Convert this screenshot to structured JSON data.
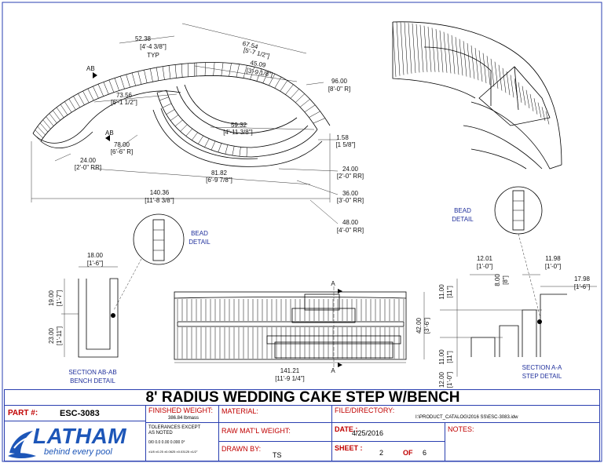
{
  "plan_dims": {
    "d_52_38": "52.38",
    "d_52_38_ft": "[4'-4 3/8\"]",
    "typ": "TYP",
    "d_67_54": "67.54",
    "d_67_54_ft": "[5'-7 1/2\"]",
    "d_45_09": "45.09",
    "d_45_09_ft": "[3'-9 1/8\"]",
    "d_96": "96.00",
    "d_96_ft": "[8'-0\" R]",
    "d_73_56": "73.56",
    "d_73_56_ft": "[6'-1 1/2\"]",
    "d_59_32": "59.32",
    "d_59_32_ft": "[4'-11 3/8\"]",
    "d_1_58": "1.58",
    "d_1_58_ft": "[1 5/8\"]",
    "d_78": "78.00",
    "d_78_ft": "[6'-6\" R]",
    "d_24a": "24.00",
    "d_24a_ft": "[2'-0\" RR]",
    "d_24b": "24.00",
    "d_24b_ft": "[2'-0\" RR]",
    "d_81_82": "81.82",
    "d_81_82_ft": "[6'-9 7/8\"]",
    "d_36": "36.00",
    "d_36_ft": "[3'-0\" RR]",
    "d_140_36": "140.36",
    "d_140_36_ft": "[11'-8 3/8\"]",
    "d_48": "48.00",
    "d_48_ft": "[4'-0\" RR]",
    "ab": "AB",
    "ab2": "AB"
  },
  "details": {
    "bead_left": "BEAD",
    "detail_left": "DETAIL",
    "bead_right": "BEAD",
    "detail_right": "DETAIL",
    "sec_ab_1": "SECTION AB-AB",
    "sec_ab_2": "BENCH DETAIL",
    "sec_a_1": "SECTION A-A",
    "sec_a_2": "STEP DETAIL",
    "ab_18": "18.00",
    "ab_18_ft": "[1'-6\"]",
    "ab_19": "19.00",
    "ab_19_ft": "[1'-7\"]",
    "ab_23": "23.00",
    "ab_23_ft": "[1'-11\"]",
    "el_42": "42.00",
    "el_42_ft": "[3'-6\"]",
    "el_141": "141.21",
    "el_141_ft": "[11'-9 1/4\"]",
    "a_top": "A",
    "a_bot": "A",
    "aa_12_01": "12.01",
    "aa_12_01_ft": "[1'-0\"]",
    "aa_8": "8.00",
    "aa_8_ft": "[8\"]",
    "aa_11_98": "11.98",
    "aa_11_98_ft": "[1'-0\"]",
    "aa_17_98": "17.98",
    "aa_17_98_ft": "[1'-6\"]",
    "aa_11a": "11.00",
    "aa_11a_ft": "[11\"]",
    "aa_11b": "11.00",
    "aa_11b_ft": "[11\"]",
    "aa_12": "12.00",
    "aa_12_ft": "[1'-0\"]"
  },
  "title_block": {
    "title": "8' RADIUS WEDDING CAKE STEP W/BENCH",
    "part_label": "PART #:",
    "part_value": "ESC-3083",
    "finished_weight_label": "FINISHED WEIGHT:",
    "finished_weight_value": "386.84 lbmass",
    "material_label": "MATERIAL:",
    "file_label": "FILE/DIRECTORY:",
    "file_value": "I:\\PRODUCT_CATALOG\\2016 SS\\ESC-3083.idw",
    "logo_text": "LATHAM",
    "logo_tagline": "behind every pool",
    "tol_1": "TOLERANCES EXCEPT",
    "tol_2": "AS NOTED",
    "tol_3": "0/0   0.0   0.00   0.000   0°",
    "tol_4": "±1/8 ±0.25 ±0.0625 ±0.03125 ±1/2°",
    "raw_weight_label": "RAW MAT'L WEIGHT:",
    "date_label": "DATE :",
    "date_value": "4/25/2016",
    "notes_label": "NOTES:",
    "drawn_label": "DRAWN BY:",
    "drawn_value": "TS",
    "sheet_label": "SHEET :",
    "sheet_value": "2",
    "of_label": "OF",
    "sheet_total": "6"
  }
}
